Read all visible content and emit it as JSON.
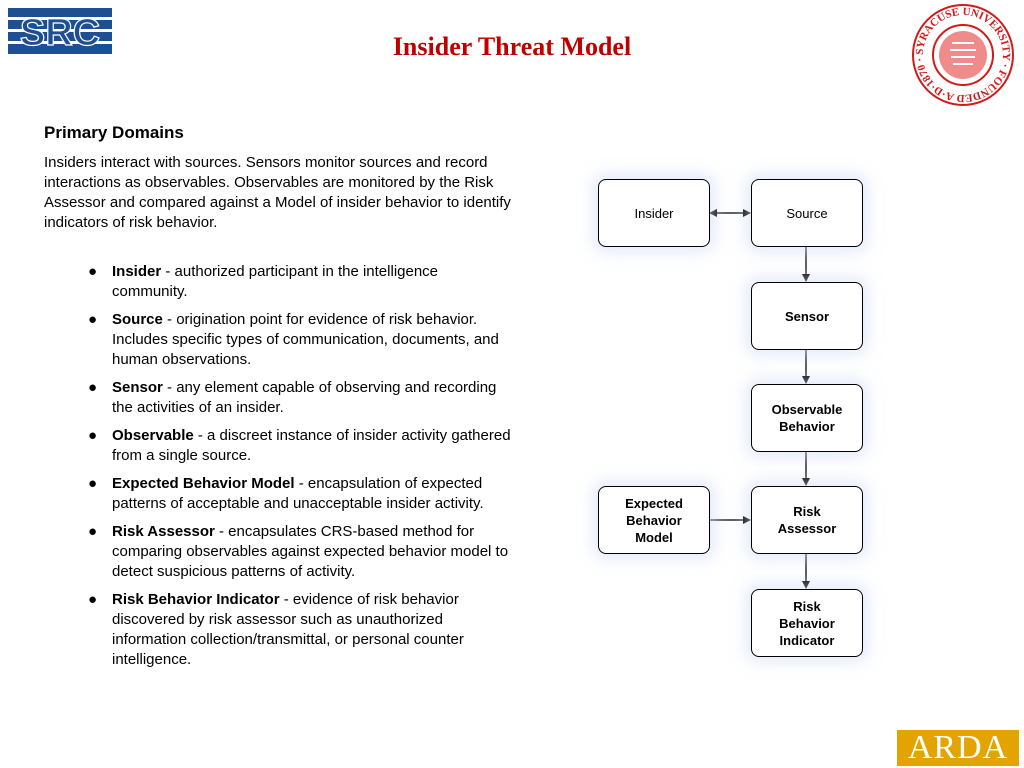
{
  "header": {
    "title": "Insider Threat Model",
    "left_logo": "SRC",
    "right_seal_text": "SYRACUSE UNIVERSITY · FOUNDED A·D·1870 ·",
    "footer_logo": "ARDA"
  },
  "content": {
    "heading": "Primary Domains",
    "intro": "Insiders interact with sources. Sensors monitor sources and record interactions as observables. Observables are monitored by the Risk Assessor and compared against a Model of insider behavior to identify indicators of risk behavior.",
    "bullets": [
      {
        "term": "Insider",
        "text": " - authorized participant in the intelligence community."
      },
      {
        "term": "Source",
        "text": " - origination point for evidence of risk behavior. Includes specific types of communication, documents, and human observations."
      },
      {
        "term": "Sensor",
        "text": " - any element capable of observing and recording the activities of an insider."
      },
      {
        "term": "Observable",
        "text": " - a discreet instance of insider activity gathered from a single source."
      },
      {
        "term": "Expected Behavior Model",
        "text": " - encapsulation of expected patterns of acceptable and unacceptable insider activity."
      },
      {
        "term": "Risk Assessor",
        "text": " - encapsulates CRS-based method for comparing observables against expected behavior model to detect suspicious patterns of activity."
      },
      {
        "term": "Risk Behavior Indicator",
        "text": " - evidence of risk behavior discovered by risk assessor such as unauthorized information collection/transmittal, or personal counter intelligence."
      }
    ]
  },
  "diagram": {
    "nodes": {
      "insider": "Insider",
      "source": "Source",
      "sensor": "Sensor",
      "observable": "Observable\nBehavior",
      "expected_model": "Expected\nBehavior\nModel",
      "risk_assessor": "Risk\nAssessor",
      "risk_indicator": "Risk\nBehavior\nIndicator"
    }
  }
}
